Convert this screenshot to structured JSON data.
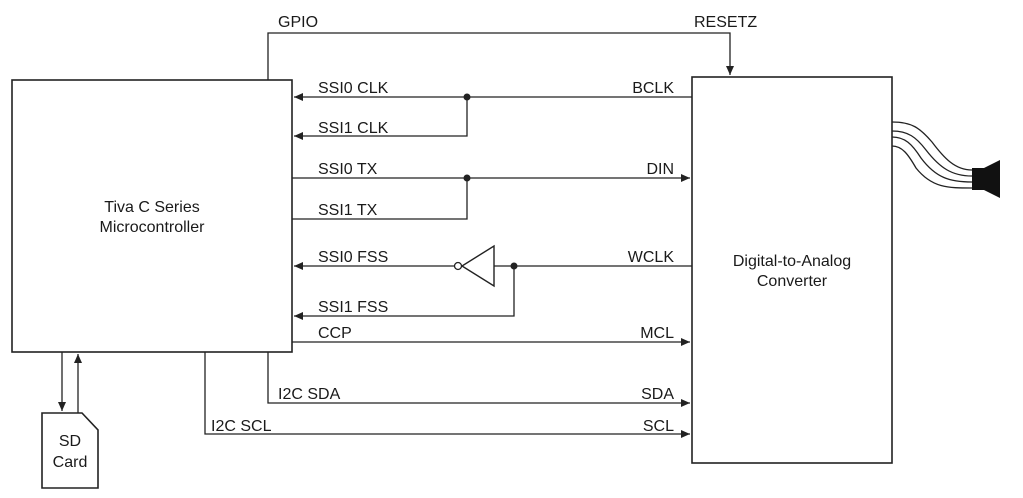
{
  "blocks": {
    "mcu": [
      "Tiva C Series",
      "Microcontroller"
    ],
    "dac": [
      "Digital-to-Analog",
      "Converter"
    ],
    "sd": [
      "SD",
      "Card"
    ]
  },
  "signals": {
    "gpio": "GPIO",
    "resetz": "RESETZ",
    "ssi0_clk": "SSI0 CLK",
    "ssi1_clk": "SSI1 CLK",
    "bclk": "BCLK",
    "ssi0_tx": "SSI0 TX",
    "ssi1_tx": "SSI1 TX",
    "din": "DIN",
    "ssi0_fss": "SSI0 FSS",
    "ssi1_fss": "SSI1 FSS",
    "wclk": "WCLK",
    "ccp": "CCP",
    "mcl": "MCL",
    "i2c_sda": "I2C SDA",
    "sda": "SDA",
    "i2c_scl": "I2C SCL",
    "scl": "SCL"
  }
}
